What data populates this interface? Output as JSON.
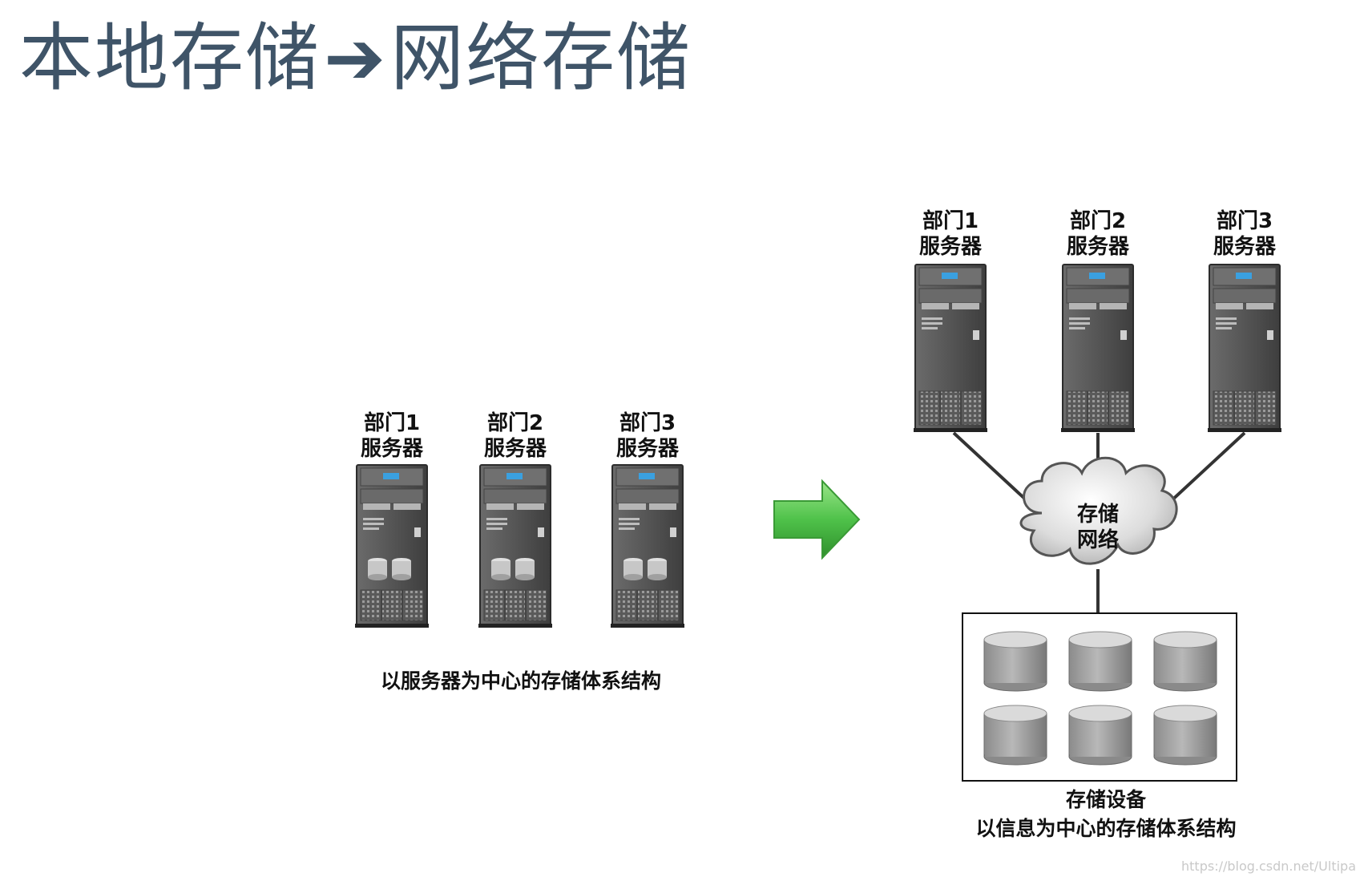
{
  "title": {
    "left": "本地存储",
    "arrow": "➔",
    "right": "网络存储"
  },
  "left_diagram": {
    "servers": [
      {
        "line1": "部门1",
        "line2": "服务器"
      },
      {
        "line1": "部门2",
        "line2": "服务器"
      },
      {
        "line1": "部门3",
        "line2": "服务器"
      }
    ],
    "caption": "以服务器为中心的存储体系结构"
  },
  "right_diagram": {
    "servers": [
      {
        "line1": "部门1",
        "line2": "服务器"
      },
      {
        "line1": "部门2",
        "line2": "服务器"
      },
      {
        "line1": "部门3",
        "line2": "服务器"
      }
    ],
    "cloud": {
      "line1": "存储",
      "line2": "网络"
    },
    "storage_label": "存储设备",
    "caption": "以信息为中心的存储体系结构"
  },
  "watermark": "https://blog.csdn.net/Ultipa",
  "colors": {
    "title": "#3f5468",
    "arrow_green": "#4fc24a",
    "server_dark": "#4a4a4a",
    "disk_gray": "#a9a9a9"
  }
}
